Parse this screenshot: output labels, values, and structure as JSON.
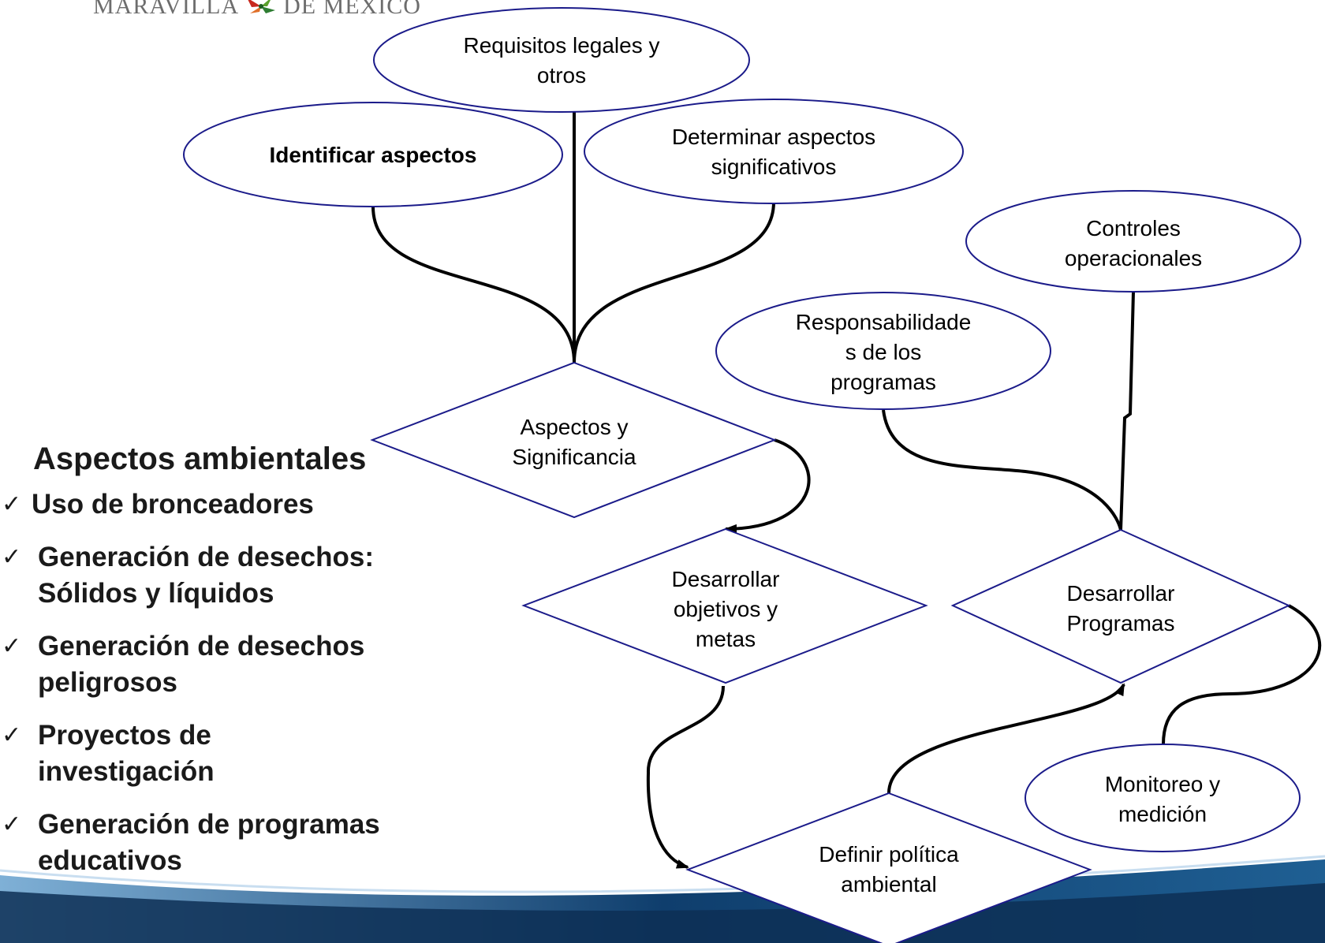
{
  "logo": {
    "text_left": "MARAVILLA",
    "text_right": "DE MEXICO",
    "icon": "leaf-logo-icon"
  },
  "colors": {
    "node_stroke": "#1b1b8a",
    "connector": "#000000",
    "wave_dark": "#0f3e6d",
    "wave_light": "#7fb0d6"
  },
  "nodes": {
    "requisitos": "Requisitos legales y\notros",
    "identificar": "Identificar aspectos",
    "determinar": "Determinar aspectos\nsignificativos",
    "controles": "Controles\noperacionales",
    "responsabilidades": "Responsabilidade\ns de los\nprogramas",
    "aspectos_sig": "Aspectos y\nSignificancia",
    "objetivos": "Desarrollar\nobjetivos y\nmetas",
    "programas": "Desarrollar\nProgramas",
    "monitoreo": "Monitoreo y\nmedición",
    "politica": "Definir política\nambiental"
  },
  "sidebar": {
    "title": "Aspectos ambientales",
    "check_icon": "checkmark-icon",
    "items": [
      "Uso de bronceadores",
      "Generación de desechos:\nSólidos y líquidos",
      "Generación de desechos\npeligrosos",
      "Proyectos de\ninvestigación",
      "Generación de programas\neducativos"
    ]
  }
}
